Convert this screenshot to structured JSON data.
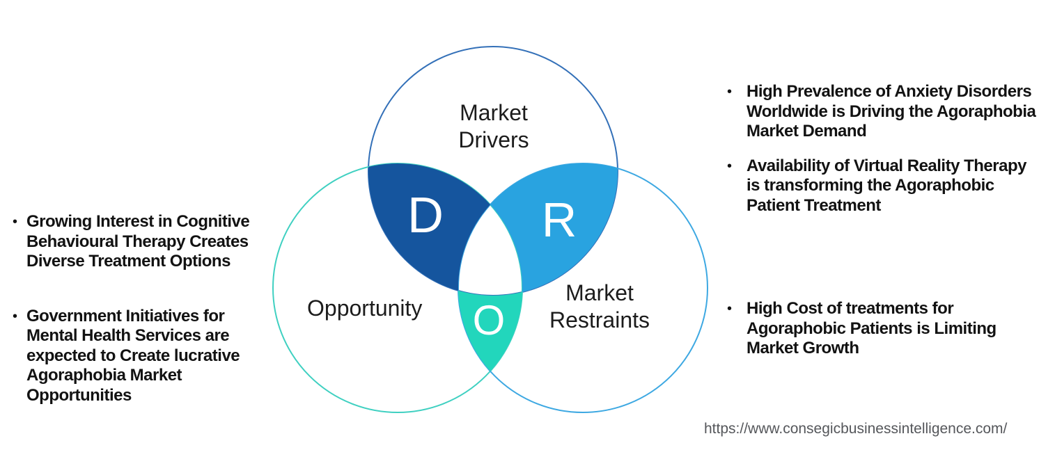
{
  "diagram": {
    "circles": {
      "drivers": {
        "label": "Market\nDrivers",
        "outline_color": "#3370B8"
      },
      "opportunity": {
        "label": "Opportunity",
        "outline_color": "#3FD0C1"
      },
      "restraints": {
        "label": "Market\nRestraints",
        "outline_color": "#3DA8E2"
      }
    },
    "regions": {
      "D": {
        "letter": "D",
        "color": "#15559E"
      },
      "R": {
        "letter": "R",
        "color": "#29A3E0"
      },
      "O": {
        "letter": "O",
        "color": "#22D6BC"
      }
    }
  },
  "left_panel": {
    "bullets": [
      {
        "text": "Growing Interest in Cognitive\nBehavioural Therapy Creates\nDiverse Treatment Options"
      },
      {
        "text": "Government Initiatives for\nMental Health Services are\nexpected to Create lucrative\nAgoraphobia Market\nOpportunities"
      }
    ]
  },
  "right_panel": {
    "bullets": [
      {
        "text": "High Prevalence of Anxiety Disorders\nWorldwide is Driving the Agoraphobia\nMarket Demand"
      },
      {
        "text": "Availability of Virtual Reality Therapy\nis transforming the Agoraphobic\nPatient Treatment"
      },
      {
        "text": "High Cost of treatments for\nAgoraphobic Patients is Limiting\nMarket Growth"
      }
    ]
  },
  "footer": {
    "url": "https://www.consegicbusinessintelligence.com/"
  },
  "glyphs": {
    "bullet": "•"
  },
  "colors": {
    "background": "#FFFFFF",
    "bullet_text": "#121212",
    "label_text": "#1C1C1C",
    "url_text": "#55575B",
    "letter_text": "#FFFFFF"
  }
}
